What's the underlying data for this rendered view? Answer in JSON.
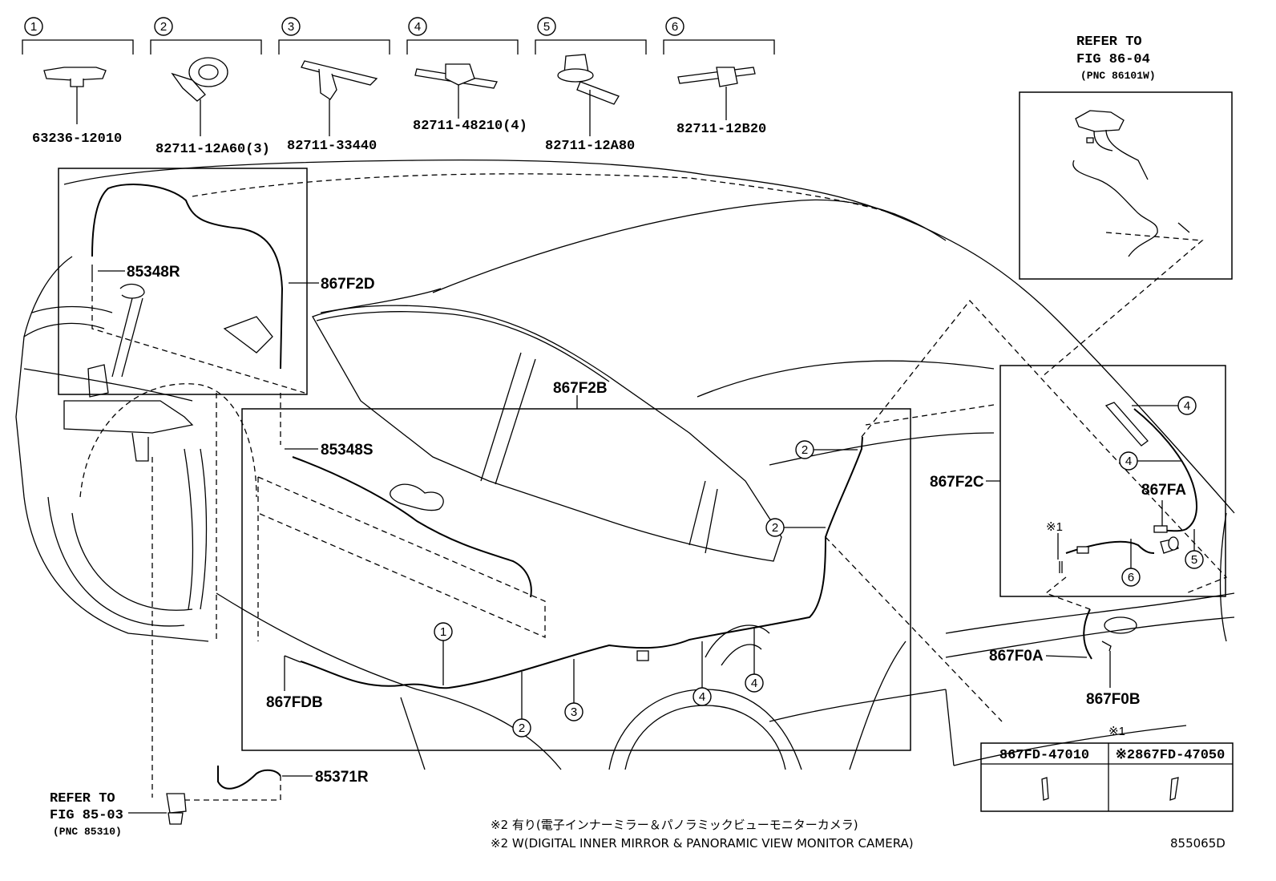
{
  "parts_top": [
    {
      "index": "1",
      "number": "63236-12010"
    },
    {
      "index": "2",
      "number": "82711-12A60(3)"
    },
    {
      "index": "3",
      "number": "82711-33440"
    },
    {
      "index": "4",
      "number": "82711-48210(4)"
    },
    {
      "index": "5",
      "number": "82711-12A80"
    },
    {
      "index": "6",
      "number": "82711-12B20"
    }
  ],
  "refer_top": {
    "line1": "REFER TO",
    "line2": "FIG 86-04",
    "line3": "(PNC 86101W)"
  },
  "refer_bottom": {
    "line1": "REFER TO",
    "line2": "FIG 85-03",
    "line3": "(PNC 85310)"
  },
  "callouts": {
    "c85348R": "85348R",
    "c867F2D": "867F2D",
    "c867F2B": "867F2B",
    "c85348S": "85348S",
    "c867F2C": "867F2C",
    "c867FA": "867FA",
    "c867FDB": "867FDB",
    "c867F0A": "867F0A",
    "c867F0B": "867F0B",
    "c85371R": "85371R",
    "mark1": "※1"
  },
  "variant_table": {
    "title": "※1",
    "col1": "867FD-47010",
    "col2": "※2867FD-47050"
  },
  "notes": {
    "jp": "※2 有り(電子インナーミラー＆パノラミックビューモニターカメラ)",
    "en": "※2 W(DIGITAL INNER MIRROR & PANORAMIC VIEW MONITOR CAMERA)"
  },
  "figure_id": "855065D",
  "clip_markers": [
    "1",
    "2",
    "2",
    "2",
    "3",
    "4",
    "4",
    "4",
    "4",
    "5",
    "6"
  ]
}
